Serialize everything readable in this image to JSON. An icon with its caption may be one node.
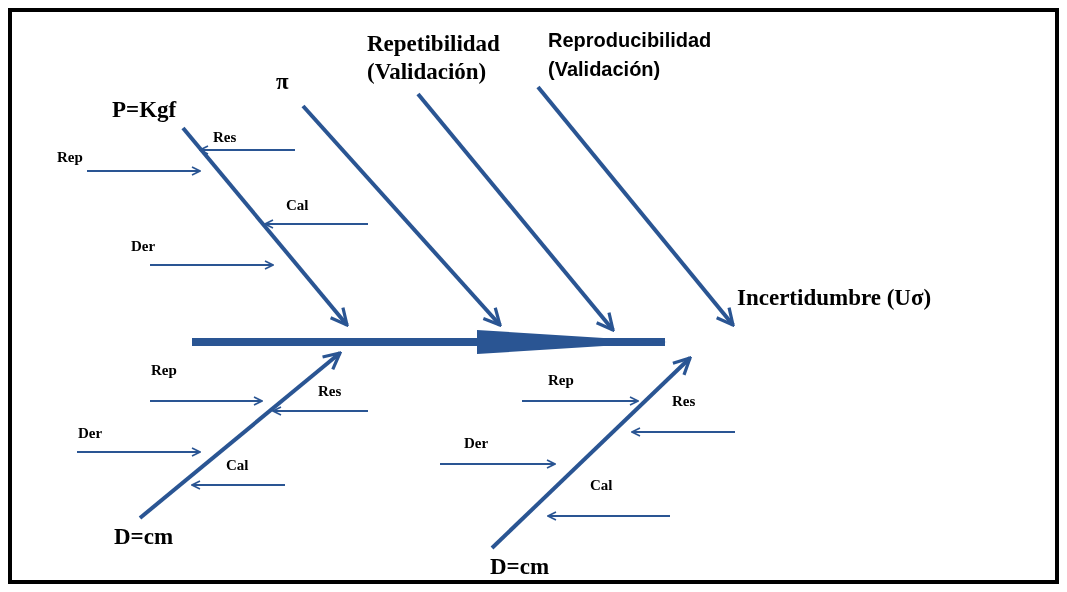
{
  "diagram": {
    "nodes": [
      {
        "text": [
          "P=Kgf"
        ]
      },
      {
        "text": [
          "π"
        ]
      },
      {
        "text": [
          "Repetibilidad (Validación)"
        ]
      },
      {
        "text": [
          "Reproducibilidad (Validación)"
        ]
      },
      {
        "text": [
          "Incertidumbre (Uσ)"
        ]
      },
      {
        "text": [
          "D=cm"
        ]
      },
      {
        "text": [
          "D=cm"
        ]
      }
    ],
    "edges": [
      {
        "from": 0,
        "to": null,
        "arrow": "to"
      },
      {
        "from": 1,
        "to": null,
        "arrow": "to"
      },
      {
        "from": 2,
        "to": null,
        "arrow": "to"
      },
      {
        "from": 3,
        "to": 4,
        "arrow": "to"
      },
      {
        "from": null,
        "to": 4,
        "arrow": "to",
        "style": "thick"
      },
      {
        "from": 5,
        "to": null,
        "arrow": "to"
      },
      {
        "from": 6,
        "to": null,
        "arrow": "to"
      }
    ],
    "labels": [
      "Res",
      "Rep",
      "Cal",
      "Der",
      "Rep",
      "Res",
      "Der",
      "Cal",
      "Rep",
      "Res",
      "Der",
      "Cal"
    ]
  }
}
